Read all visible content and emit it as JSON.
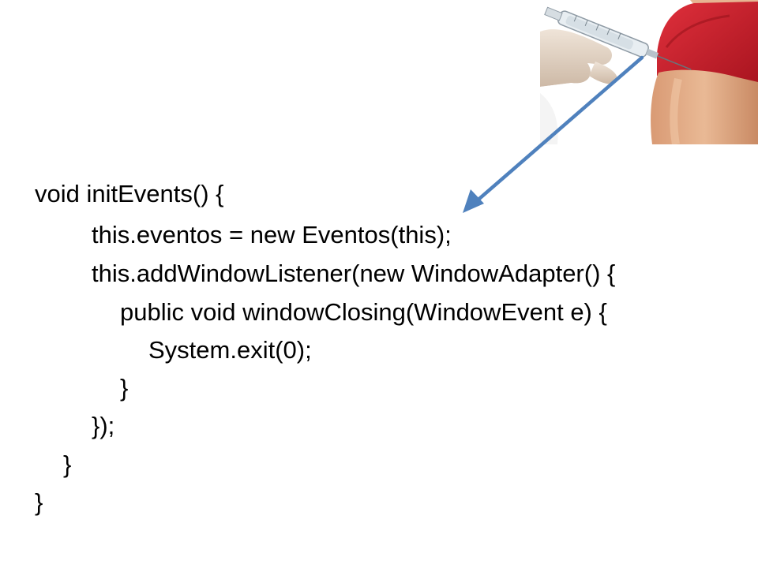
{
  "slide": {
    "code_lines": [
      "void initEvents() {",
      "this.eventos = new Eventos(this);",
      "this.addWindowListener(new WindowAdapter() {",
      "public void windowClosing(WindowEvent e) {",
      "System.exit(0);",
      "}",
      "});",
      "}",
      "}"
    ],
    "photo": {
      "icon": "syringe-injection-photo"
    },
    "colors": {
      "text": "#000000",
      "arrow": "#4F81BD",
      "sleeve": "#C8202E",
      "skin": "#E6B08C",
      "glove": "#E2D2C2"
    }
  }
}
